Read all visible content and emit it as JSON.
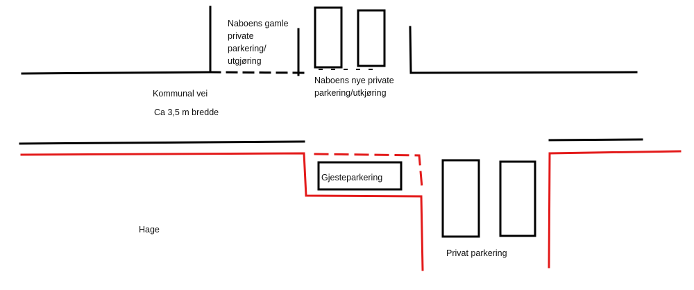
{
  "labels": {
    "neighbor_old_parking": [
      "Naboens gamle",
      "private",
      "parkering/",
      "utgjøring"
    ],
    "neighbor_new_parking": [
      "Naboens nye private",
      "parkering/utkjøring"
    ],
    "road_name": "Kommunal vei",
    "road_width": "Ca 3,5 m bredde",
    "guest_parking": "Gjesteparkering",
    "garden": "Hage",
    "private_parking": "Privat parkering"
  },
  "colors": {
    "ink": "#000000",
    "boundary": "#e31b1b",
    "background": "#ffffff"
  }
}
